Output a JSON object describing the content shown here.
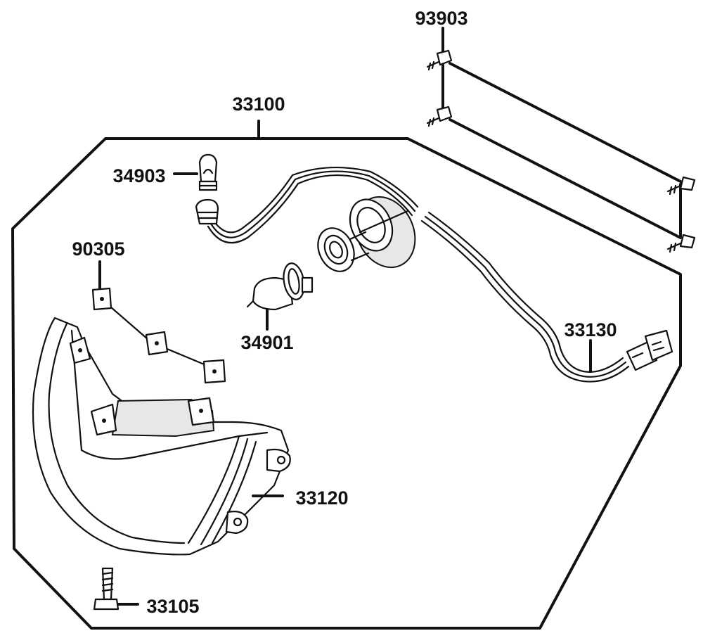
{
  "parts": {
    "assembly": "33100",
    "bulb_small": "34903",
    "clip": "90305",
    "bulb_main": "34901",
    "harness": "33130",
    "lens": "33120",
    "bolt": "33105",
    "screw": "93903"
  },
  "colors": {
    "line": "#111111",
    "background": "#ffffff",
    "shade": "#e7e7e7"
  }
}
